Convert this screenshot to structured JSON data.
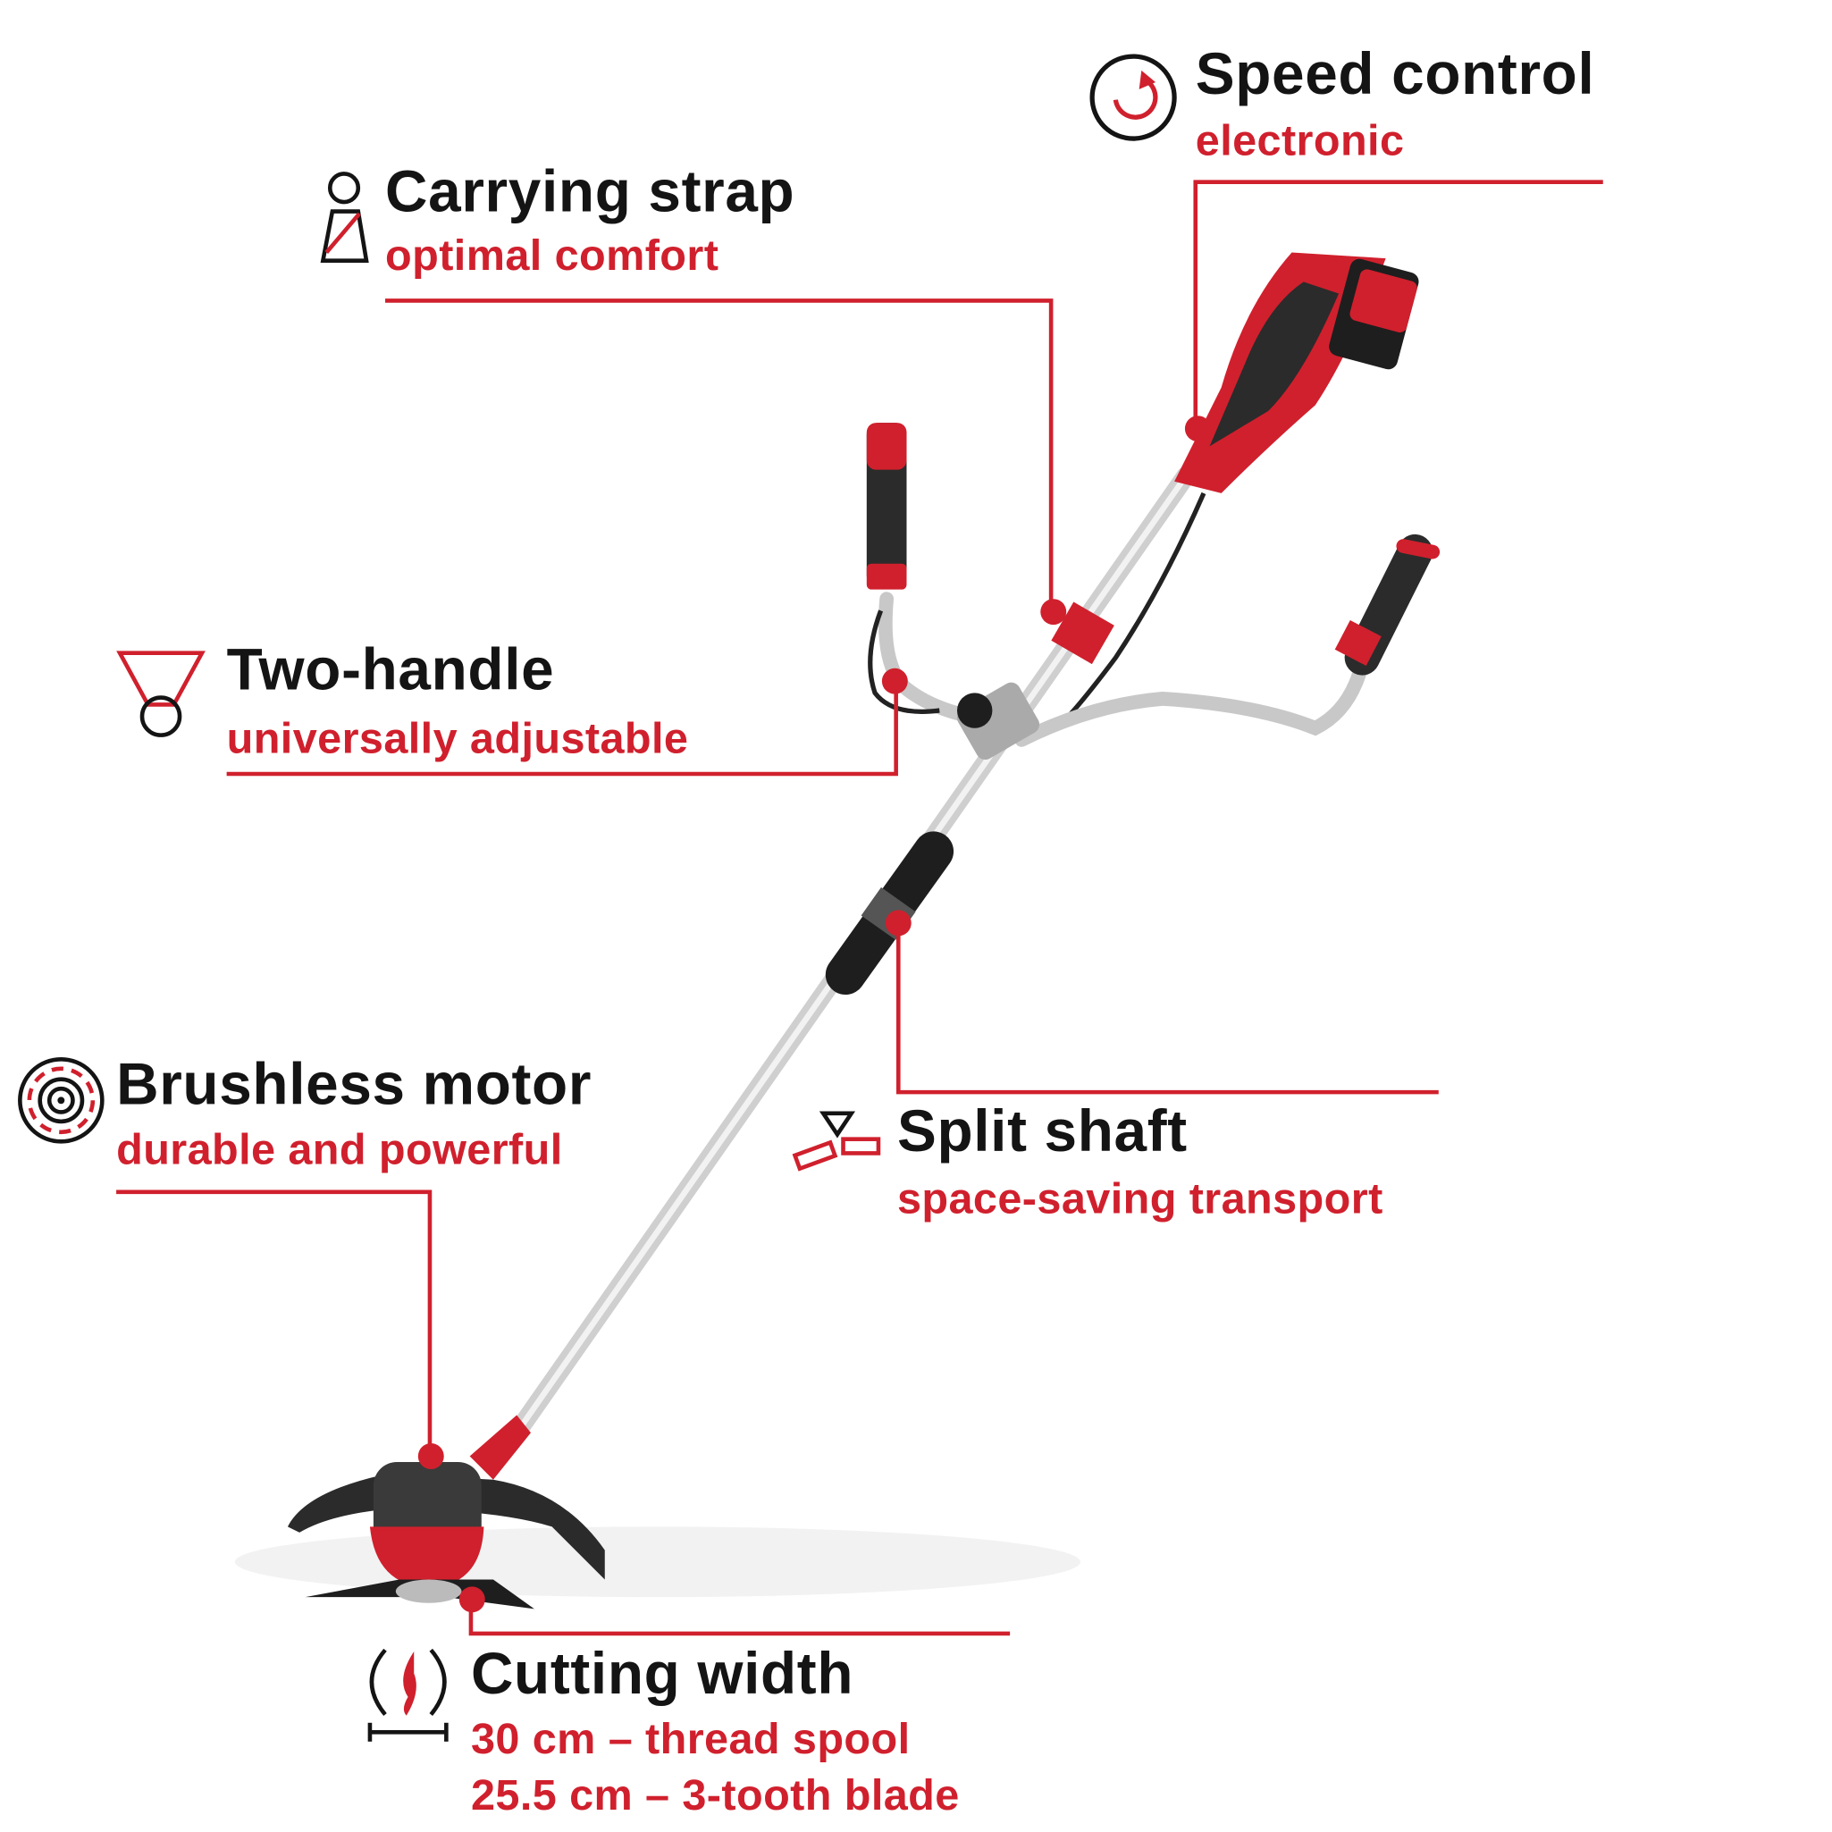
{
  "colors": {
    "accent": "#d0202d",
    "text": "#141414",
    "shaft": "#d4d4d4"
  },
  "callouts": [
    {
      "icon": "speed-control-icon",
      "title": "Speed control",
      "lines": [
        "electronic"
      ]
    },
    {
      "icon": "carrying-strap-icon",
      "title": "Carrying strap",
      "lines": [
        "optimal comfort"
      ]
    },
    {
      "icon": "two-handle-icon",
      "title": "Two-handle",
      "lines": [
        "universally adjustable"
      ]
    },
    {
      "icon": "brushless-motor-icon",
      "title": "Brushless motor",
      "lines": [
        "durable and powerful"
      ]
    },
    {
      "icon": "split-shaft-icon",
      "title": "Split shaft",
      "lines": [
        "space-saving transport"
      ]
    },
    {
      "icon": "cutting-width-icon",
      "title": "Cutting width",
      "lines": [
        "30 cm – thread spool",
        "25.5 cm – 3-tooth blade"
      ]
    }
  ]
}
